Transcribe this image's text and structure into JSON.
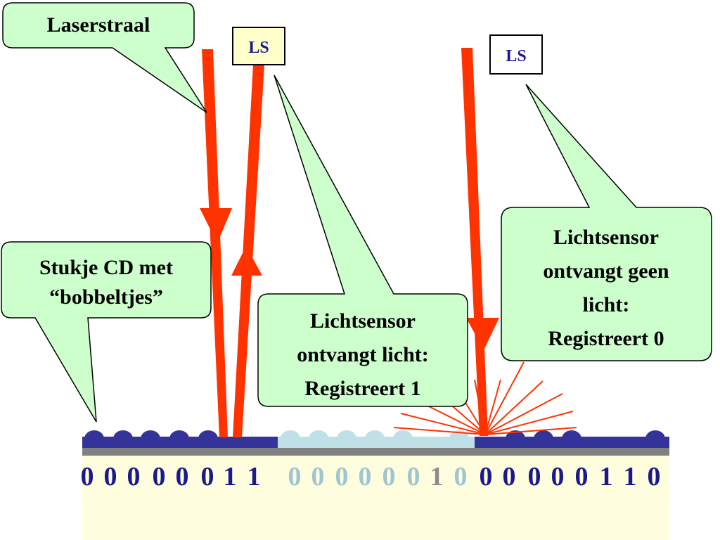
{
  "colors": {
    "laser": "#ff3300",
    "callout_fill": "#ccffcc",
    "disc_dark": "#333399",
    "disc_light": "#bfe0e6",
    "disc_base": "#fefedf",
    "disc_stripe": "#808080",
    "bit_dark": "#1a1a8c",
    "bit_light": "#9fc6cf",
    "bit_light_dark": "#8a8a8a",
    "sensor_fill": "#ffffcc"
  },
  "callouts": {
    "laserstraal": "Laserstraal",
    "cd_piece": [
      "Stukje CD met",
      "“bobbeltjes”"
    ],
    "sensor_receives": [
      "Lichtsensor",
      "ontvangt licht:",
      "Registreert 1"
    ],
    "sensor_no_light": [
      "Lichtsensor",
      "ontvangt geen",
      "licht:",
      "Registreert 0"
    ]
  },
  "sensors": {
    "left_label": "LS",
    "right_label": "LS"
  },
  "bits": {
    "group1": [
      "0",
      "0",
      "0",
      "0",
      "0",
      "0",
      "1",
      "1"
    ],
    "group2": [
      "0",
      "0",
      "0",
      "0",
      "0",
      "0",
      "1",
      "0"
    ],
    "group3": [
      "0",
      "0",
      "0",
      "0",
      "0",
      "1",
      "1",
      "0"
    ]
  }
}
